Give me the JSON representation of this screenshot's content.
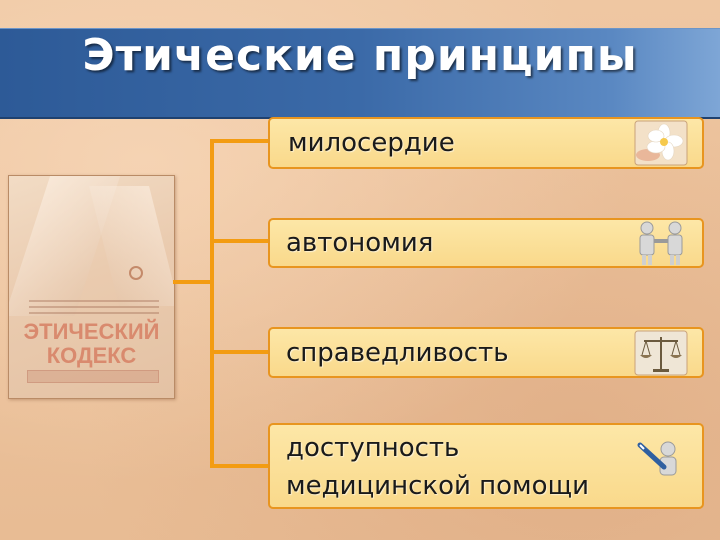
{
  "slide": {
    "title": "Этические принципы"
  },
  "book": {
    "cover_title_line1": "ЭТИЧЕСКИЙ",
    "cover_title_line2": "КОДЕКС"
  },
  "principles": [
    {
      "label": "милосердие",
      "icon": "flower-icon"
    },
    {
      "label": "автономия",
      "icon": "handshake-icon"
    },
    {
      "label": "справедливость",
      "icon": "scales-icon"
    },
    {
      "label_line1": "доступность",
      "label_line2": "медицинской помощи",
      "icon": "pen-figure-icon"
    }
  ],
  "colors": {
    "background": "#ecc29c",
    "title_bar": "#3b6aa8",
    "box_fill": "#fbe09a",
    "box_border": "#e8951f",
    "connector": "#f39c12"
  }
}
